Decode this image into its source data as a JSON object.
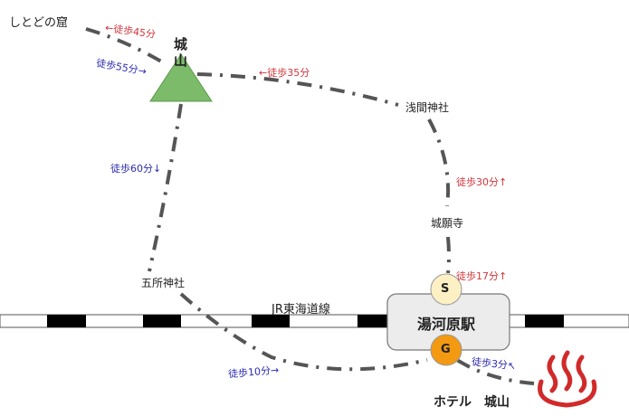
{
  "places": {
    "shitodo": "しとどの窟",
    "shiroyama_mountain": "城山",
    "asama": "浅間神社",
    "joganji": "城願寺",
    "gosho": "五所神社",
    "railway": "JR東海道線",
    "station": "湯河原駅",
    "hotel": "ホテル　城山"
  },
  "markers": {
    "start": "S",
    "goal": "G"
  },
  "walks": {
    "w45": "←徒歩45分",
    "w55": "徒歩55分→",
    "w35": "←徒歩35分",
    "w60": "徒歩60分↓",
    "w30": "徒歩30分↑",
    "w17": "徒歩17分↑",
    "w10": "徒歩10分→",
    "w3": "徒歩3分↖"
  },
  "colors": {
    "mountain": "#7cbb6a",
    "red": "#d0343a",
    "blue": "#2a2ab0",
    "start": "#fdf0c4",
    "goal": "#f39a12",
    "path": "#555555"
  }
}
